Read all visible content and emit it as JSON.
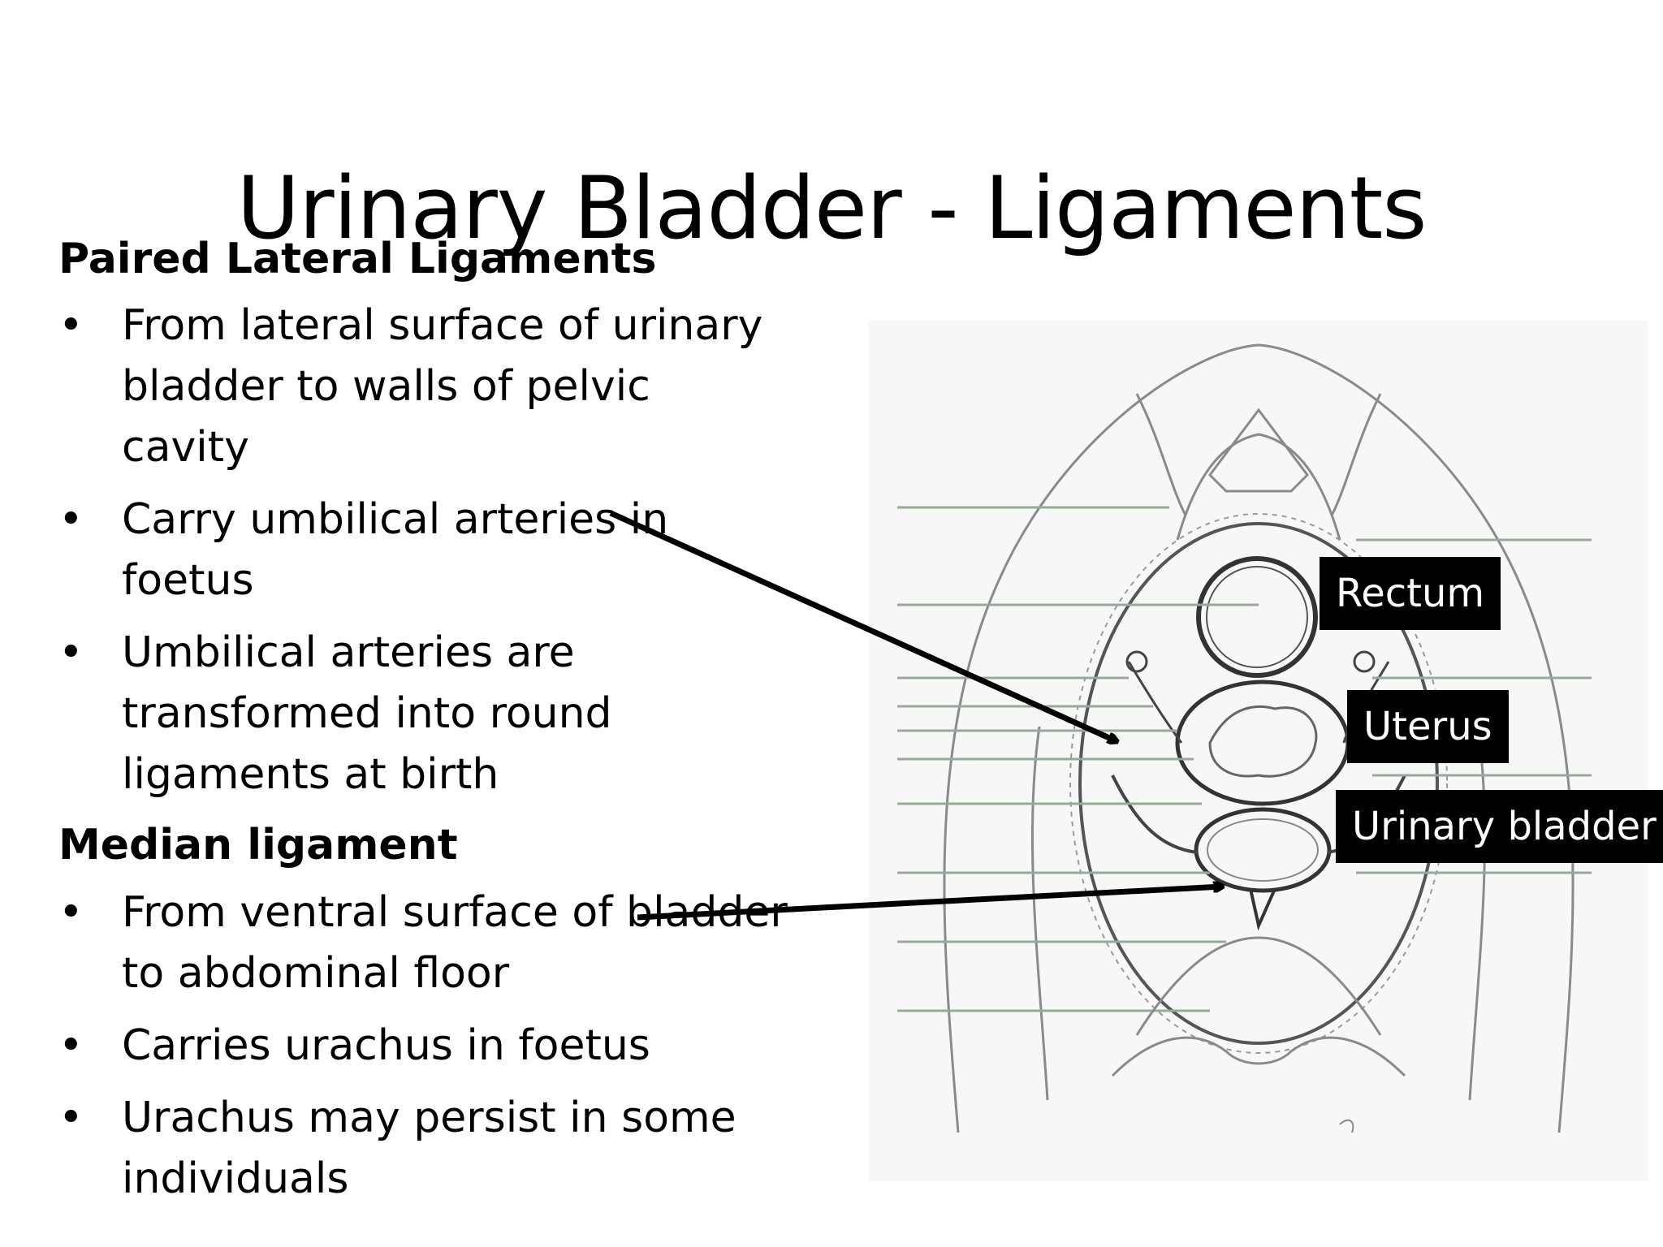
{
  "title": "Urinary Bladder - Ligaments",
  "sections": [
    {
      "heading": "Paired Lateral Ligaments",
      "bullets": [
        "From lateral surface of urinary bladder to walls of pelvic cavity",
        "Carry umbilical arteries in foetus",
        "Umbilical arteries are transformed into round ligaments at birth"
      ]
    },
    {
      "heading": "Median ligament",
      "bullets": [
        "From ventral surface of bladder to abdominal floor",
        "Carries urachus in foetus",
        "Urachus may persist in some individuals"
      ]
    }
  ],
  "bullet_glyph": "•",
  "diagram": {
    "labels": {
      "rectum": "Rectum",
      "uterus": "Uterus",
      "urinary_bladder": "Urinary bladder"
    },
    "colors": {
      "label_background": "#000000",
      "label_text": "#ffffff",
      "arrow": "#000000",
      "sketch_line": "#8a8a8a"
    }
  }
}
